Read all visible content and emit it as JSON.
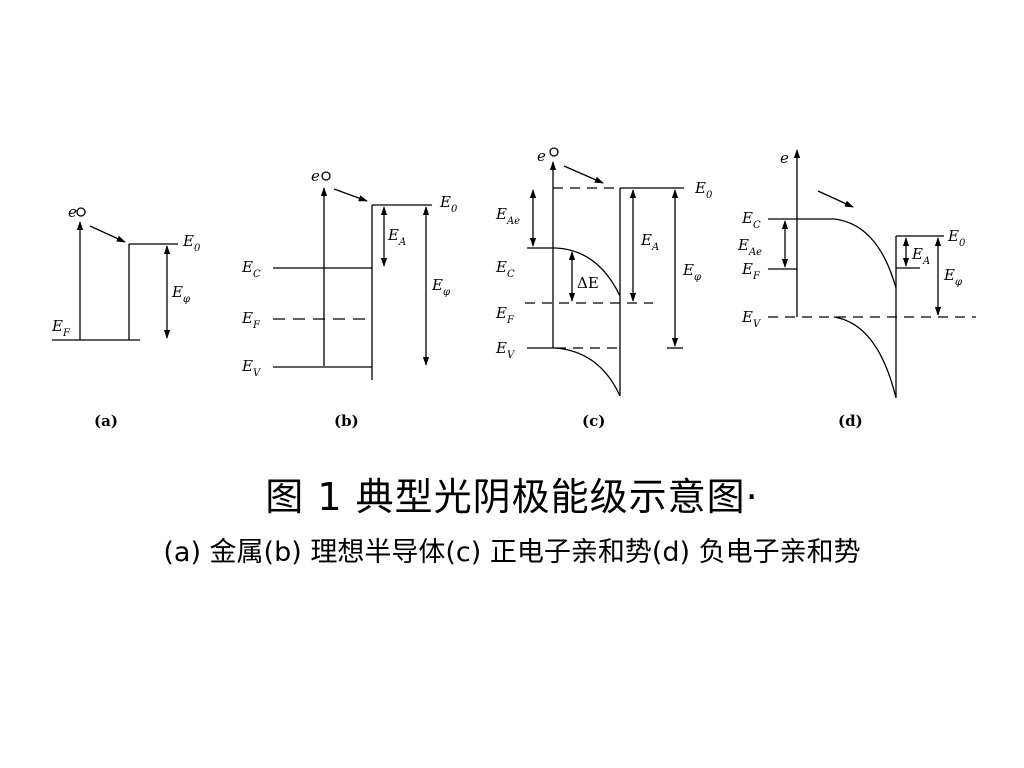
{
  "caption": {
    "title": "图 1  典型光阴极能级示意图·",
    "subtitle": "(a) 金属(b) 理想半导体(c) 正电子亲和势(d) 负电子亲和势"
  },
  "panels": {
    "a": {
      "tag": "(a)",
      "electron": "e",
      "levels": {
        "E0": "E",
        "E0_sub": "0",
        "EF": "E",
        "EF_sub": "F",
        "Ephi": "E",
        "Ephi_sub": "φ"
      }
    },
    "b": {
      "tag": "(b)",
      "electron": "e",
      "levels": {
        "E0": "E",
        "E0_sub": "0",
        "EA": "E",
        "EA_sub": "A",
        "EC": "E",
        "EC_sub": "C",
        "EF": "E",
        "EF_sub": "F",
        "EV": "E",
        "EV_sub": "V",
        "Ephi": "E",
        "Ephi_sub": "φ"
      }
    },
    "c": {
      "tag": "(c)",
      "electron": "e",
      "levels": {
        "E0": "E",
        "E0_sub": "0",
        "EA": "E",
        "EA_sub": "A",
        "EAe": "E",
        "EAe_sub": "Ae",
        "EC": "E",
        "EC_sub": "C",
        "EF": "E",
        "EF_sub": "F",
        "EV": "E",
        "EV_sub": "V",
        "dE": "ΔE",
        "Ephi": "E",
        "Ephi_sub": "φ"
      }
    },
    "d": {
      "tag": "(d)",
      "electron": "e",
      "levels": {
        "E0": "E",
        "E0_sub": "0",
        "EA": "E",
        "EA_sub": "A",
        "EAe": "E",
        "EAe_sub": "Ae",
        "EC": "E",
        "EC_sub": "C",
        "EF": "E",
        "EF_sub": "F",
        "EV": "E",
        "EV_sub": "V",
        "Ephi": "E",
        "Ephi_sub": "φ"
      }
    }
  },
  "colors": {
    "ink": "#000000",
    "background": "#ffffff"
  }
}
